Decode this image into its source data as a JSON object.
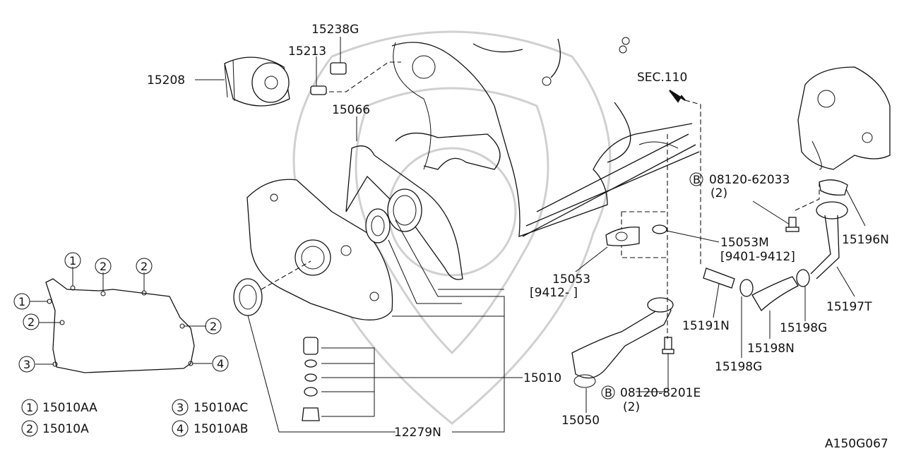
{
  "diagram": {
    "diagram_code": "A150G067",
    "section_ref": "SEC.110",
    "bolt_marker": "B",
    "parts": {
      "p15238G": "15238G",
      "p15213": "15213",
      "p15208": "15208",
      "p15066": "15066",
      "p08120_62033": "08120-62033",
      "p08120_62033_qty": "(2)",
      "p15053M": "15053M",
      "p15053M_range": "[9401-9412]",
      "p15053": "15053",
      "p15053_range": "[9412-       ]",
      "p15196N": "15196N",
      "p15197T": "15197T",
      "p15191N": "15191N",
      "p15198G_a": "15198G",
      "p15198N": "15198N",
      "p15198G_b": "15198G",
      "p15010": "15010",
      "p08120_8201E": "08120-8201E",
      "p08120_8201E_qty": "(2)",
      "p15050": "15050",
      "p12279N": "12279N"
    },
    "legend": [
      {
        "num": "1",
        "part": "15010AA"
      },
      {
        "num": "2",
        "part": "15010A"
      },
      {
        "num": "3",
        "part": "15010AC"
      },
      {
        "num": "4",
        "part": "15010AB"
      }
    ],
    "bolt_callouts": [
      "1",
      "2",
      "2",
      "1",
      "2",
      "2",
      "3",
      "4"
    ]
  }
}
